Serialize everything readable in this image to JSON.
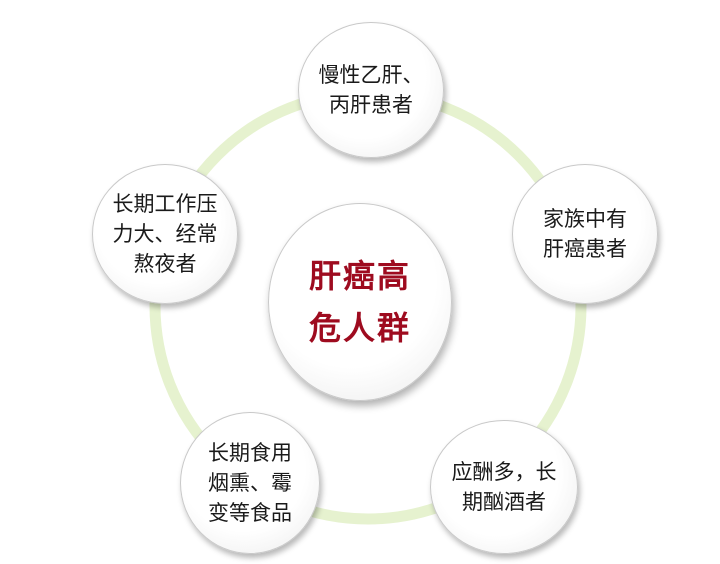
{
  "center": {
    "lines": [
      "肝癌高",
      "危人群"
    ]
  },
  "nodes": [
    {
      "id": "top",
      "lines": [
        "慢性乙肝、",
        "丙肝患者"
      ]
    },
    {
      "id": "right",
      "lines": [
        "家族中有",
        "肝癌患者"
      ]
    },
    {
      "id": "bottomright",
      "lines": [
        "应酬多，长",
        "期酗酒者"
      ]
    },
    {
      "id": "bottomleft",
      "lines": [
        "长期食用",
        "烟熏、霉",
        "变等食品"
      ]
    },
    {
      "id": "left",
      "lines": [
        "长期工作压",
        "力大、经常",
        "熬夜者"
      ]
    }
  ],
  "colors": {
    "ring": "#e6f2cf",
    "center_text": "#9e0b1f",
    "node_text": "#1a1a1a"
  }
}
